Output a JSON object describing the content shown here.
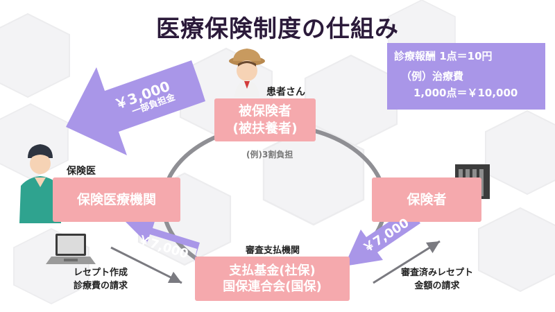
{
  "title": "医療保険制度の仕組み",
  "info_box": {
    "line1": "診療報酬 1点＝10円",
    "line2": "（例）治療費",
    "line3": "1,000点＝￥10,000"
  },
  "nodes": {
    "patient": {
      "caption": "患者さん",
      "line1": "被保険者",
      "line2": "(被扶養者)",
      "note": "(例)3割負担"
    },
    "provider": {
      "caption": "保険医",
      "label": "保険医療機関"
    },
    "insurer": {
      "label": "保険者"
    },
    "review": {
      "caption": "審査支払機関",
      "line1": "支払基金(社保)",
      "line2": "国保連合会(国保)"
    }
  },
  "payments": {
    "patient_to_provider": {
      "amount": "￥3,000",
      "sub": "一部負担金"
    },
    "review_to_provider": {
      "amount": "￥7,000"
    },
    "insurer_to_review": {
      "amount": "￥7,000"
    }
  },
  "flows": {
    "provider_claim": {
      "line1": "レセプト作成",
      "line2": "診療費の請求"
    },
    "review_claim": {
      "line1": "審査済みレセプト",
      "line2": "金額の請求"
    }
  },
  "colors": {
    "node": "#f5a9ad",
    "arrow": "#a996e8",
    "cycle": "#8f8f94",
    "flow": "#7a7a80",
    "title": "#2b1a3a"
  },
  "icons": [
    "patient-avatar-icon",
    "doctor-avatar-icon",
    "laptop-icon",
    "building-icon"
  ]
}
